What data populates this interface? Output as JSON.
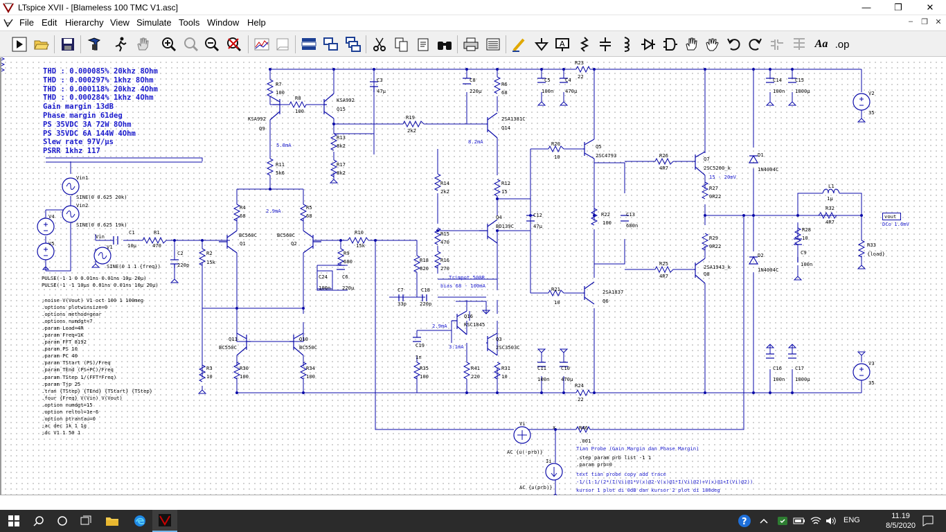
{
  "window": {
    "title": "LTspice XVII - [Blameless 100 TMC V1.asc]",
    "minimize_glyph": "—",
    "maximize_glyph": "❐",
    "close_glyph": "✕"
  },
  "menu": {
    "items": [
      "File",
      "Edit",
      "Hierarchy",
      "View",
      "Simulate",
      "Tools",
      "Window",
      "Help"
    ],
    "mdi_minimize": "–",
    "mdi_restore": "❐",
    "mdi_close": "✕"
  },
  "toolbar": {
    "buttons": [
      "run-icon",
      "open-icon",
      "save-icon",
      "control-panel-icon",
      "halt-icon",
      "pan-icon",
      "zoom-in-icon",
      "zoom-area-icon",
      "zoom-out-icon",
      "zoom-fit-icon",
      "autorange-icon",
      "plot-settings-icon",
      "tile-vertical-icon",
      "tile-horizontal-icon",
      "cascade-icon",
      "cut-icon",
      "copy-icon",
      "find-icon",
      "print-icon",
      "print-preview-icon",
      "draw-wire-icon",
      "ground-icon",
      "label-net-icon",
      "resistor-icon",
      "capacitor-icon",
      "inductor-icon",
      "diode-icon",
      "component-icon",
      "move-icon",
      "drag-icon",
      "undo-icon",
      "redo-icon",
      "rotate-icon",
      "mirror-icon",
      "text-icon",
      "spice-directive-icon"
    ],
    "text_label": "Aa",
    "op_label": ".op"
  },
  "schematic": {
    "notes": [
      "THD : 0.000085% 20khz 8Ohm",
      "THD : 0.000297% 1khz 8Ohm",
      "THD : 0.000118% 20khz 4Ohm",
      "THD : 0.000284% 1khz 4Ohm",
      "Gain margin 13dB",
      "Phase margin 61deg",
      "PS 35VDC 3A 72W 8Ohm",
      "PS 35VDC 6A 144W 4Ohm",
      "Slew rate 97V/µs",
      "PSRR 1khz 117"
    ],
    "pulse_sources": [
      "PULSE(-1 1 0 0.01ns 0.01ns 10µ 20µ)",
      "PULSE(-1 -1 10µs 0.01ns 0.01ns 10µ 20µ)"
    ],
    "directives": [
      ";noise V(Vout) V1 oct 100 1 100meg",
      ".options plotwinsize=0",
      ".options method=gear",
      ".options numdgt=7",
      ".param Load=4R",
      ".param Freq=1K",
      ".param FFT 8192",
      ".param PS 10",
      ".param PC 40",
      ".param TStart (PS)/Freq",
      ".param TEnd (PS+PC)/Freq",
      ".param TStep 1/(FFT*Freq)",
      ".param Tjp 25",
      ".tran {TStep} {TEnd} {TStart} {TStep}",
      ".four {Freq} V(Vin) V(Vout)",
      ".option numdgt=15",
      ".option reltol=1e-6",
      ".option ptrantau=0",
      ";ac dec 1k 1 1g",
      ";dc V1 1 50 1"
    ],
    "tian_probe": [
      "Tian Probe (Gain Margin dan Phase Margin)",
      ".step param prb list -1 1",
      ".param prb=0",
      "text tian probe copy add trace",
      "-1/(1-1/(2*(I(Vi)@1*V(x)@2-V(x)@1*I(Vi)@2)+V(x)@1+I(Vi)@2))",
      "kursor 1 plot di 0dB dan kursor 2 plot di 180deg"
    ],
    "labels": {
      "vin1": "Vin1",
      "vin1_sine": "SINE(0 0.625 20k)",
      "vin2": "Vin2",
      "vin2_sine": "SINE(0 0.625 19k)",
      "v4": "V4",
      "v5": "V5",
      "vin": "Vin",
      "v1": "V1",
      "v1_sine": "SINE(0 1 1 {freq})",
      "c1": "C1",
      "c1v": "10µ",
      "r1": "R1",
      "r1v": "470",
      "c2": "C2",
      "c2v": "220p",
      "r2": "R2",
      "r2v": "15k",
      "r3": "R3",
      "r3v": "10",
      "r4": "R4",
      "r4v": "68",
      "r5": "R5",
      "r5v": "68",
      "q1": "Q1",
      "q1t": "BC560C",
      "q2": "Q2",
      "q2t": "BC560C",
      "ltp_current": "2.9mA",
      "r7": "R7",
      "r7v": "100",
      "r8": "R8",
      "r8v": "100",
      "q9": "Q9",
      "q9t": "KSA992",
      "q15": "Q15",
      "q15t": "KSA992",
      "ccs_current": "5.8mA",
      "r11": "R11",
      "r11v": "5k6",
      "r13": "R13",
      "r13v": "8k2",
      "r17": "R17",
      "r17v": "8k2",
      "c3": "C3",
      "c3v": "47µ",
      "r19": "R19",
      "r19v": "2k2",
      "c8": "C8",
      "c8v": "220µ",
      "r6": "R6",
      "r6v": "68",
      "q14": "Q14",
      "q14t": "2SA1381C",
      "vas_current": "8.2mA",
      "c5": "C5",
      "c5v": "100n",
      "c4": "C4",
      "c4v": "470µ",
      "r23": "R23",
      "r23v": "22",
      "r24": "R24",
      "r24v": "22",
      "c14": "C14",
      "c14v": "100n",
      "c15": "C15",
      "c15v": "1800µ",
      "v2": "V2",
      "v2v": "35",
      "v3": "V3",
      "v3v": "35",
      "r10": "R10",
      "r10v": "15k",
      "r9": "R9",
      "r9v": "680",
      "c24": "C24",
      "c24v": "100n",
      "c6": "C6",
      "c6v": "220µ",
      "c7": "C7",
      "c7v": "33p",
      "c18": "C18",
      "c18v": "220p",
      "r18": "R18",
      "r18v": "820",
      "r14": "R14",
      "r14v": "2k2",
      "r15": "R15",
      "r15v": "470",
      "r16": "R16",
      "r16v": "270",
      "trimpot": "Trimpot 500R",
      "bias": "bias 68 - 100mA",
      "r12": "R12",
      "r12v": "15",
      "q4": "Q4",
      "q4t": "BD139C",
      "c12": "C12",
      "c12v": "47µ",
      "r20": "R20",
      "r20v": "10",
      "r21": "R21",
      "r21v": "10",
      "q5": "Q5",
      "q5t": "2SC4793",
      "q6": "Q6",
      "q6t": "2SA1837",
      "r22": "R22",
      "r22v": "100",
      "c13": "C13",
      "c13v": "680n",
      "r26": "R26",
      "r26v": "4R7",
      "r25": "R25",
      "r25v": "4R7",
      "q7": "Q7",
      "q7t": "2SC5200_k",
      "q8": "Q8",
      "q8t": "2SA1943_k",
      "out_current": "15 - 20mV",
      "r27": "R27",
      "r27v": "0R22",
      "r29": "R29",
      "r29v": "0R22",
      "d1": "D1",
      "d1t": "1N4004C",
      "d2": "D2",
      "d2t": "1N4004C",
      "l1": "L1",
      "l1v": "1µ",
      "r32": "R32",
      "r32v": "4R7",
      "vout": "vout",
      "dco": "DCo 1.6mV",
      "r28": "R28",
      "r28v": "10",
      "c9": "C9",
      "c9v": "100n",
      "r33": "R33",
      "r33v": "{load}",
      "q16": "Q16",
      "q16t": "KSC1845",
      "q16_current": "2.9mA",
      "q3": "Q3",
      "q3t": "2SC3503C",
      "q3_current": "3:1mA",
      "c19": "C19",
      "c19v": "1n",
      "r35": "R35",
      "r35v": "100",
      "r41": "R41",
      "r41v": "220",
      "r31": "R31",
      "r31v": "10",
      "c11": "C11",
      "c11v": "100n",
      "c10": "C10",
      "c10v": "470µ",
      "c16": "C16",
      "c16v": "100n",
      "c17": "C17",
      "c17v": "1800µ",
      "q11": "Q11",
      "q11t": "BC550C",
      "q10": "Q10",
      "q10t": "BC550C",
      "r30": "R30",
      "r30v": "100",
      "r34": "R34",
      "r34v": "100",
      "vi": "Vi",
      "vi_ac": "AC {u(-prb)}",
      "ii": "Ii",
      "ii_ac": "AC {u(prb)}",
      "r46": "R46",
      "r46v": ".001",
      "x": "x"
    }
  },
  "taskbar": {
    "time": "11.19",
    "date": "8/5/2020",
    "lang": "ENG",
    "icons": [
      "windows-start-icon",
      "search-icon",
      "cortana-icon",
      "task-view-icon",
      "file-explorer-icon",
      "edge-icon",
      "ltspice-icon",
      "help-icon",
      "chevron-up-icon",
      "security-icon",
      "battery-icon",
      "wifi-icon",
      "volume-icon",
      "notification-icon"
    ]
  }
}
